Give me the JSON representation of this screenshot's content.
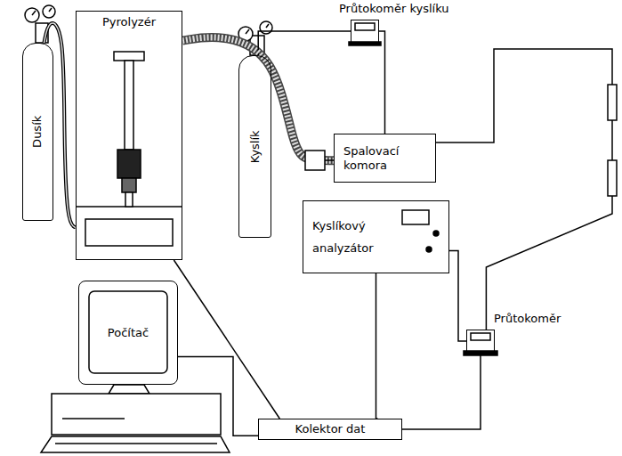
{
  "diagram": {
    "nodes": [
      {
        "text": [
          "Dusík"
        ]
      },
      {
        "text": [
          "Pyrolyzér"
        ]
      },
      {
        "text": [
          "Průtokoměr kyslíku"
        ]
      },
      {
        "text": [
          "Kyslík"
        ]
      },
      {
        "text": [
          "Spalovací komora"
        ]
      },
      {
        "text": [
          "Kyslíkový analyzátor"
        ]
      },
      {
        "text": [
          "Průtokoměr"
        ]
      },
      {
        "text": [
          "Počítač"
        ]
      },
      {
        "text": [
          "Kolektor dat"
        ]
      }
    ],
    "edges": [
      {
        "from": 0,
        "to": 1,
        "arrow": "none"
      },
      {
        "from": 1,
        "to": 4,
        "arrow": "none"
      },
      {
        "from": 3,
        "to": 2,
        "arrow": "none"
      },
      {
        "from": 2,
        "to": 4,
        "arrow": "none"
      },
      {
        "from": 4,
        "to": 6,
        "arrow": "none"
      },
      {
        "from": 6,
        "to": 5,
        "arrow": "none"
      },
      {
        "from": 1,
        "to": 8,
        "arrow": "none"
      },
      {
        "from": 5,
        "to": 8,
        "arrow": "none"
      },
      {
        "from": 6,
        "to": 8,
        "arrow": "none"
      },
      {
        "from": 8,
        "to": 7,
        "arrow": "none"
      }
    ]
  }
}
